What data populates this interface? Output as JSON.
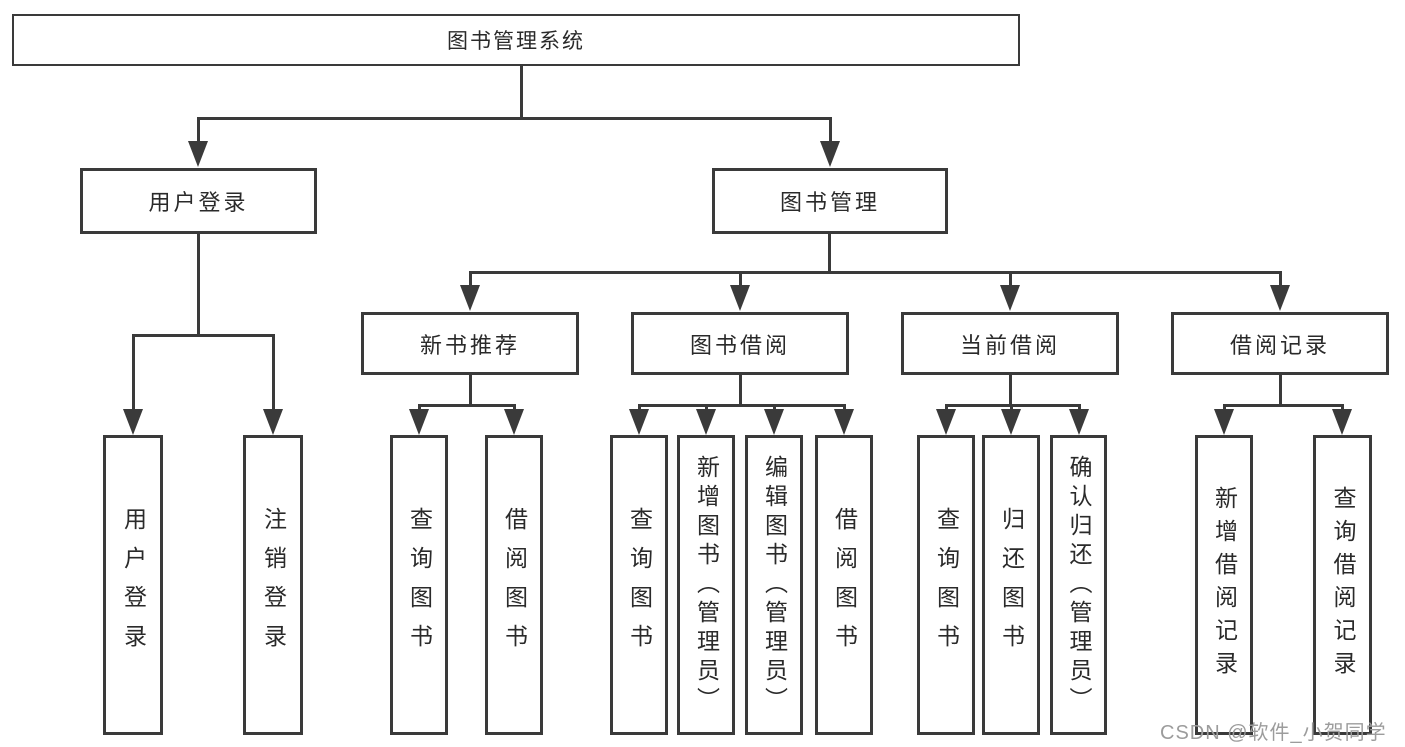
{
  "nodes": {
    "root": {
      "label": "图书管理系统"
    },
    "user_login": {
      "label": "用户登录"
    },
    "book_mgmt": {
      "label": "图书管理"
    },
    "new_book": {
      "label": "新书推荐"
    },
    "book_borrow": {
      "label": "图书借阅"
    },
    "current_borrow": {
      "label": "当前借阅"
    },
    "borrow_record": {
      "label": "借阅记录"
    },
    "login_leaf": {
      "label": "用户登录"
    },
    "logout_leaf": {
      "label": "注销登录"
    },
    "nb_query": {
      "label": "查询图书"
    },
    "nb_borrow": {
      "label": "借阅图书"
    },
    "bb_query": {
      "label": "查询图书"
    },
    "bb_add": {
      "label": "新增图书（管理员）"
    },
    "bb_edit": {
      "label": "编辑图书（管理员）"
    },
    "bb_borrow": {
      "label": "借阅图书"
    },
    "cb_query": {
      "label": "查询图书"
    },
    "cb_return": {
      "label": "归还图书"
    },
    "cb_confirm": {
      "label": "确认归还（管理员）"
    },
    "br_add": {
      "label": "新增借阅记录"
    },
    "br_query": {
      "label": "查询借阅记录"
    }
  },
  "watermark": {
    "text": "CSDN @软件_小贺同学"
  },
  "colors": {
    "line": "#3a3a3a",
    "box_border": "#3a3a3a",
    "text": "#2a2a2a",
    "background": "#ffffff",
    "watermark": "#9c9c9c"
  }
}
